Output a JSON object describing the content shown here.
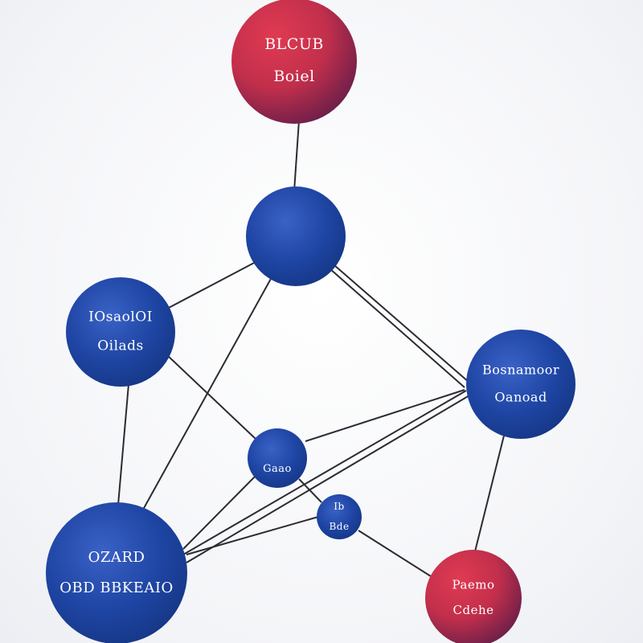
{
  "colors": {
    "blue_node": "#1e45a3",
    "blue_node_highlight": "#3b63c4",
    "red_node": "#c8304a",
    "red_node_shadow": "#6e1f4a",
    "edge": "#2b2b33",
    "background": "#f7f7f9"
  },
  "nodes": [
    {
      "id": "top",
      "color": "red",
      "lines": [
        "BLCUB",
        "Boiel"
      ]
    },
    {
      "id": "hub",
      "color": "blue",
      "lines": [
        "",
        ""
      ]
    },
    {
      "id": "left",
      "color": "blue",
      "lines": [
        "IOsaolOI",
        "Oilads"
      ]
    },
    {
      "id": "right",
      "color": "blue",
      "lines": [
        "Bosnamoor",
        "Oanoad"
      ]
    },
    {
      "id": "center",
      "color": "blue",
      "lines": [
        "",
        "Gaao"
      ]
    },
    {
      "id": "small",
      "color": "blue",
      "lines": [
        "Ib",
        "Bde"
      ]
    },
    {
      "id": "bottom-left",
      "color": "blue",
      "lines": [
        "OZARD",
        "OBD BBKEAIO"
      ]
    },
    {
      "id": "bottom-right",
      "color": "red",
      "lines": [
        "Paemo",
        "Cdehe"
      ]
    }
  ],
  "edges": [
    [
      "top",
      "hub"
    ],
    [
      "hub",
      "left"
    ],
    [
      "hub",
      "right"
    ],
    [
      "hub",
      "right-double"
    ],
    [
      "hub",
      "bottom-left"
    ],
    [
      "left",
      "center"
    ],
    [
      "left",
      "bottom-left"
    ],
    [
      "center",
      "right"
    ],
    [
      "center",
      "bottom-left"
    ],
    [
      "center",
      "small"
    ],
    [
      "right",
      "bottom-left"
    ],
    [
      "right",
      "bottom-left-double"
    ],
    [
      "right",
      "bottom-right"
    ],
    [
      "small",
      "bottom-left"
    ],
    [
      "small",
      "bottom-right"
    ]
  ]
}
